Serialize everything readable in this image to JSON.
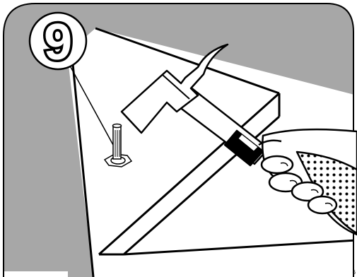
{
  "step": {
    "number": "9"
  },
  "page": {
    "number": "6"
  },
  "illustration": {
    "subject": "hammer-driving-nail-into-board",
    "colors": {
      "background": "#a7a7a7",
      "light_beam": "#ffffff",
      "outline": "#000000",
      "frame": "#ffffff"
    }
  }
}
